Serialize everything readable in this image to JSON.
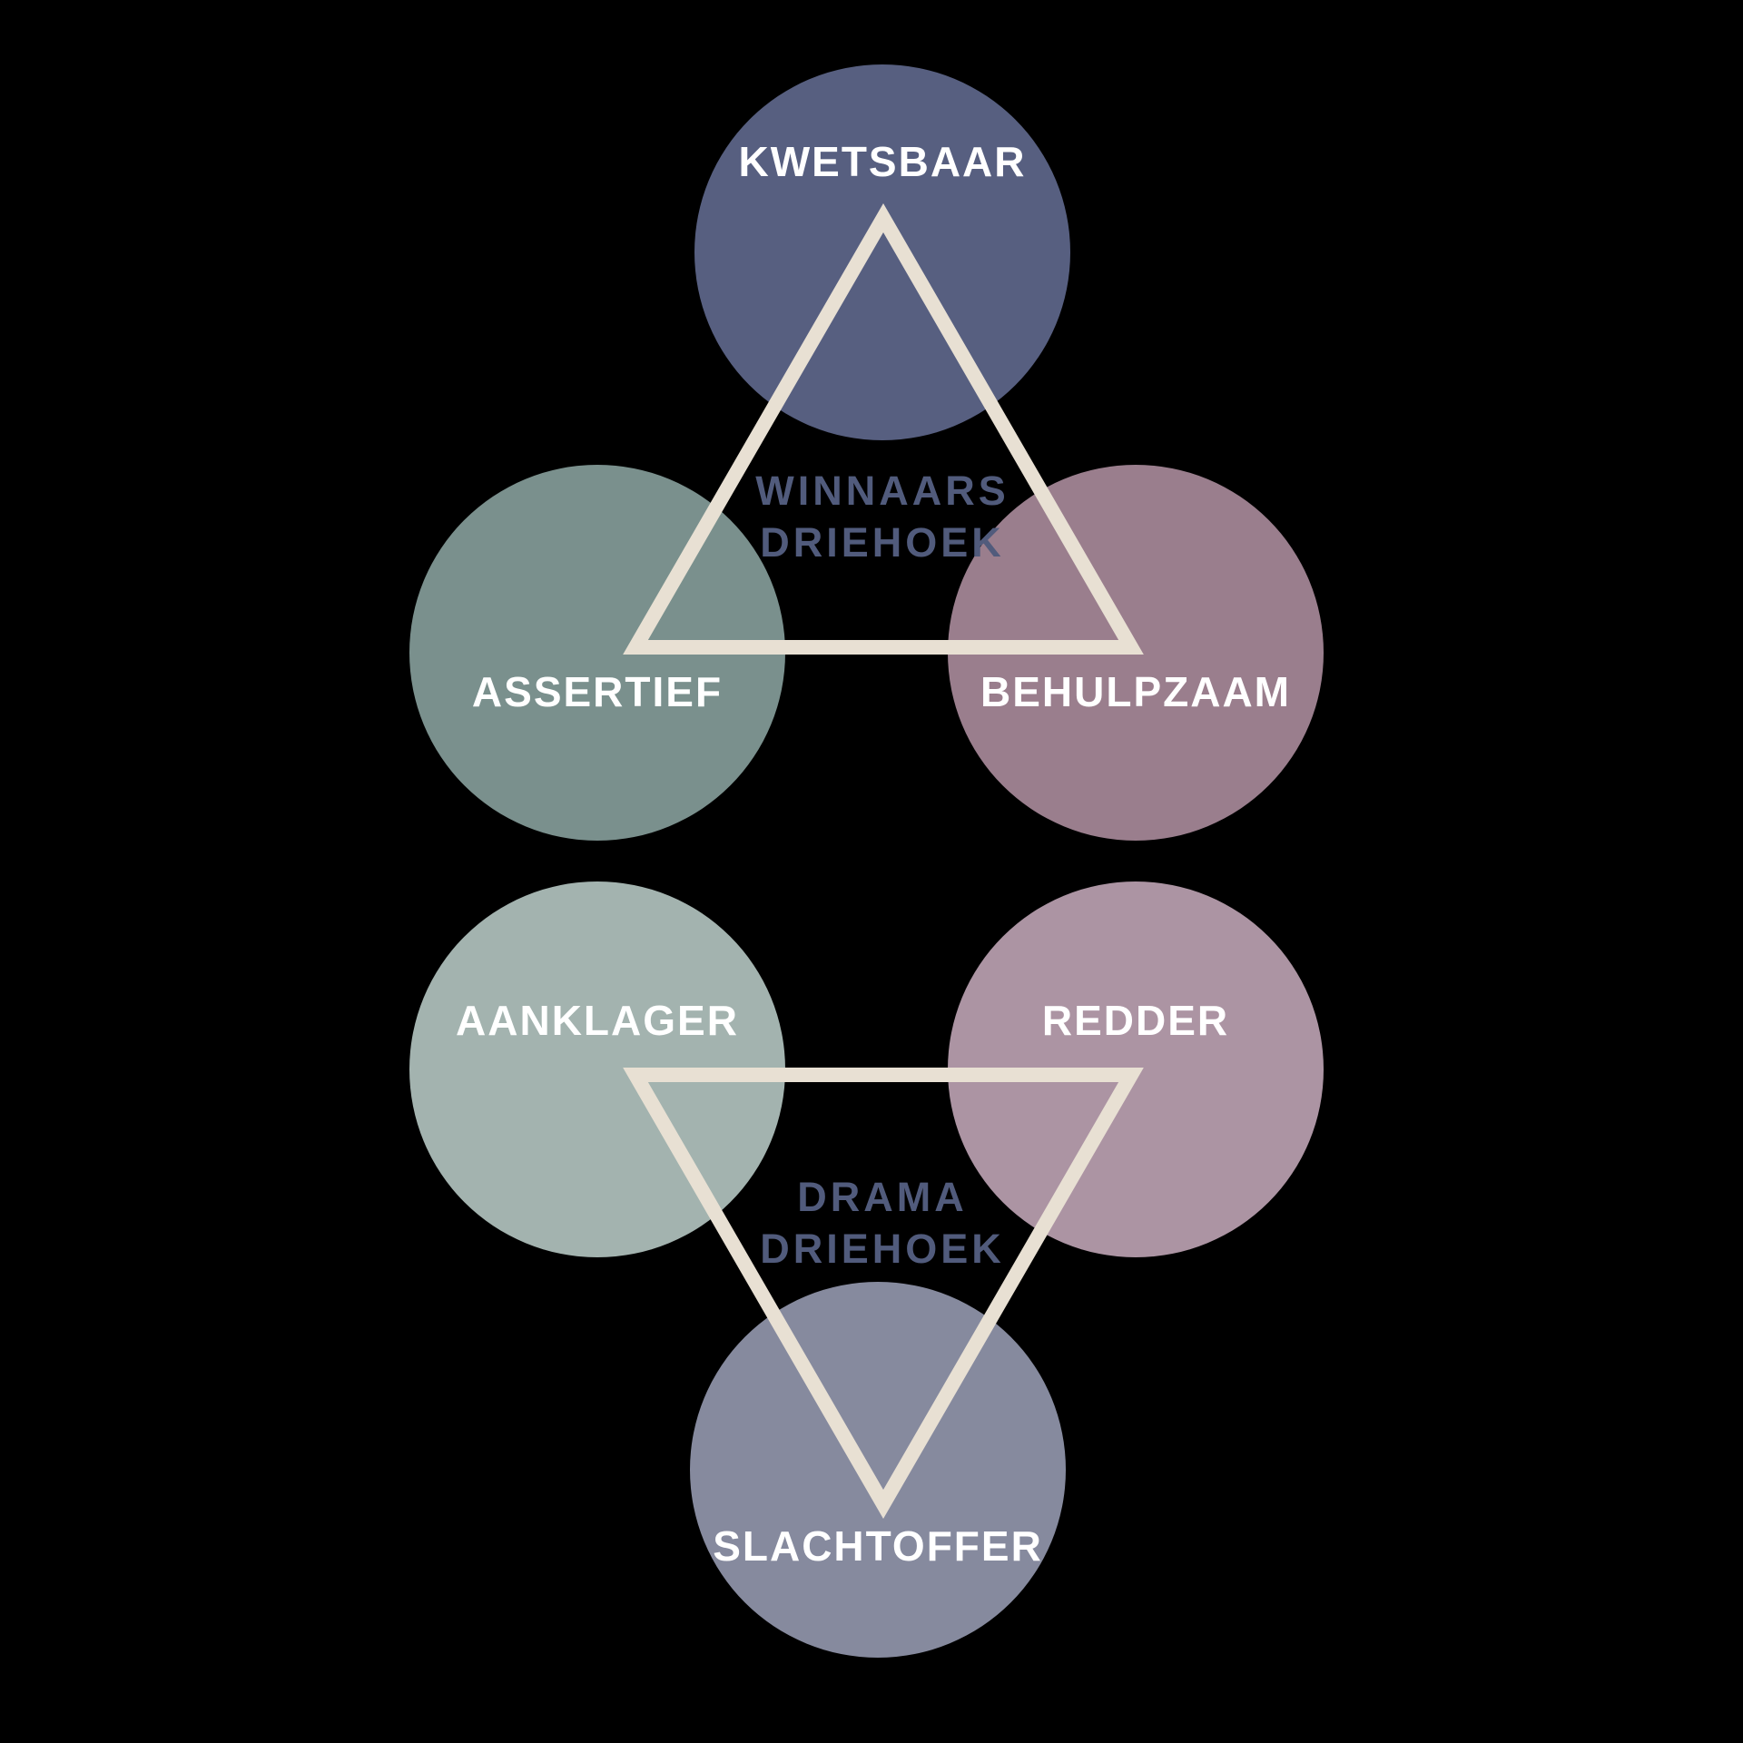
{
  "diagram": {
    "background_color": "#000000",
    "triangle_stroke_color": "#e8e0d3",
    "node_label_color": "#ffffff",
    "caption_color": "#515b7c",
    "winnaars": {
      "caption_line1": "WINNAARS",
      "caption_line2": "DRIEHOEK",
      "nodes": {
        "kwetsbaar": {
          "label": "KWETSBAAR",
          "color": "#575f80"
        },
        "assertief": {
          "label": "ASSERTIEF",
          "color": "#7a908d"
        },
        "behulpzaam": {
          "label": "BEHULPZAAM",
          "color": "#9a7e8d"
        }
      }
    },
    "drama": {
      "caption_line1": "DRAMA",
      "caption_line2": "DRIEHOEK",
      "nodes": {
        "aanklager": {
          "label": "AANKLAGER",
          "color": "#a3b3af"
        },
        "redder": {
          "label": "REDDER",
          "color": "#ac94a3"
        },
        "slachtoffer": {
          "label": "SLACHTOFFER",
          "color": "#868a9e"
        }
      }
    }
  }
}
